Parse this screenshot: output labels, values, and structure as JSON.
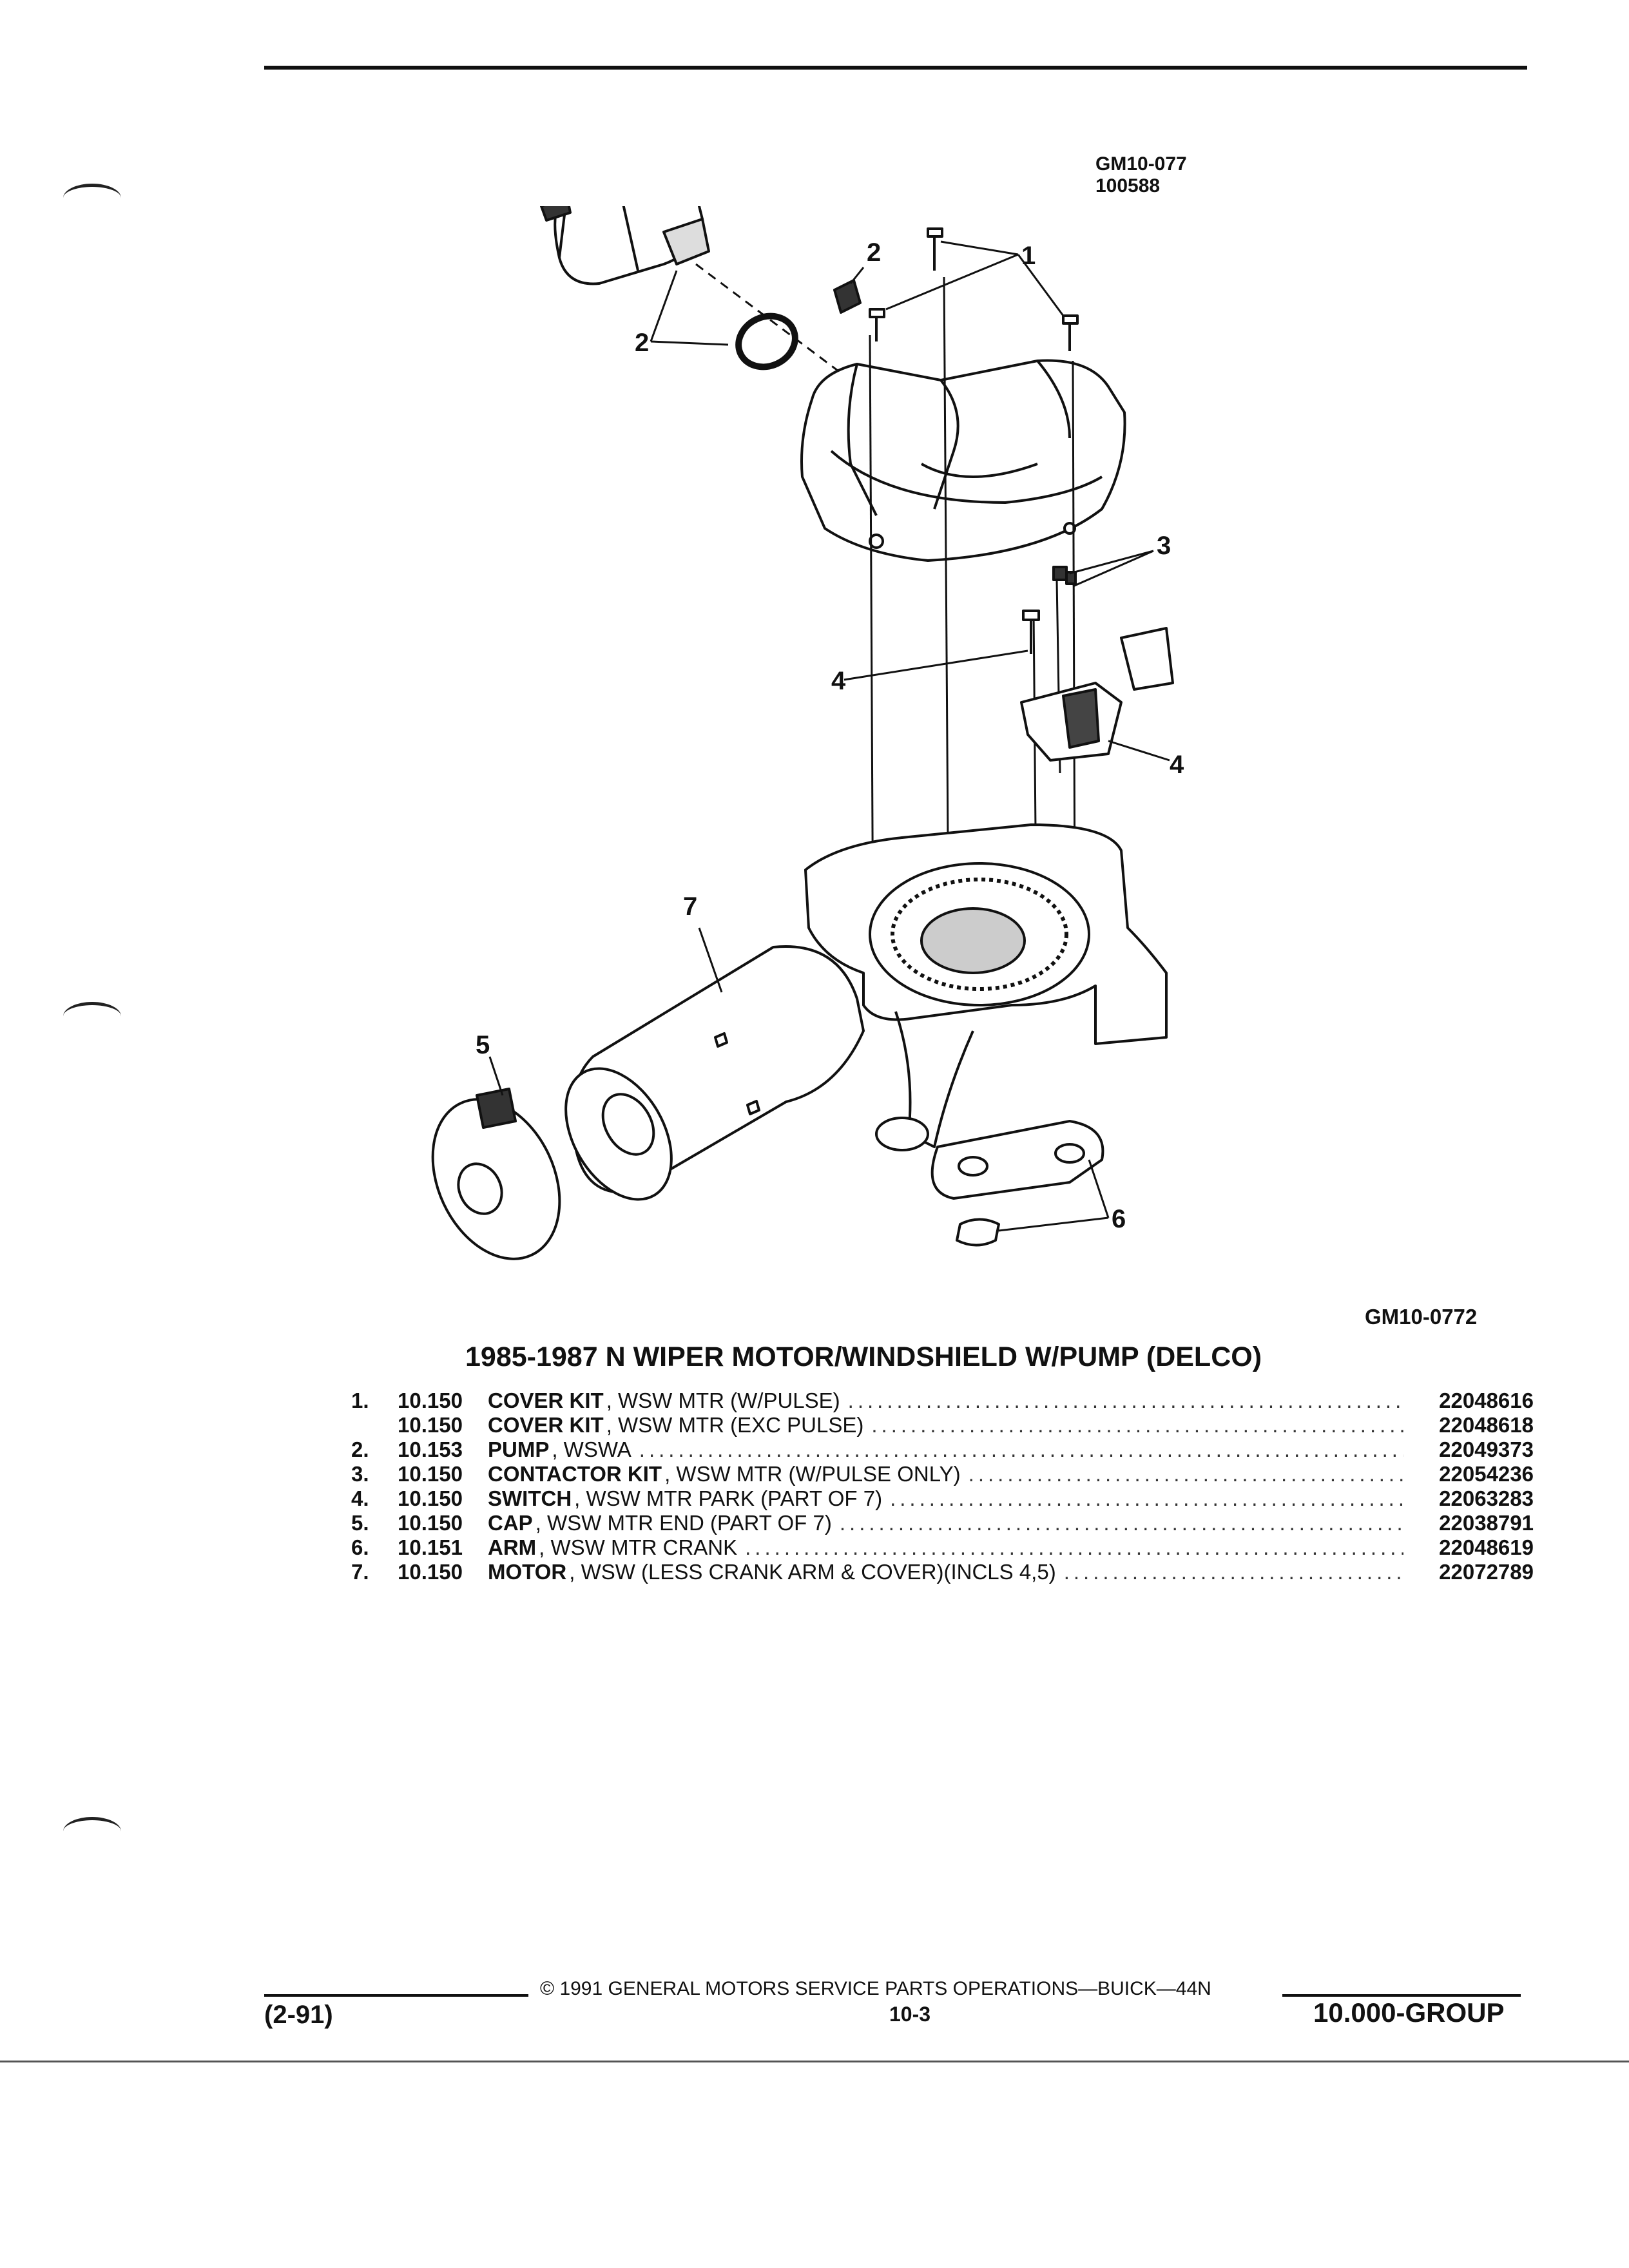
{
  "header": {
    "ref_code_1": "GM10-077",
    "ref_code_2": "100588"
  },
  "figure": {
    "caption_code": "GM10-0772",
    "callouts": [
      "1",
      "2",
      "2",
      "3",
      "4",
      "4",
      "5",
      "6",
      "7"
    ]
  },
  "title": "1985-1987 N WIPER MOTOR/WINDSHIELD W/PUMP (DELCO)",
  "parts": [
    {
      "num": "1.",
      "group": "10.150",
      "name": "COVER KIT",
      "desc": ", WSW MTR (W/PULSE)",
      "part": "22048616"
    },
    {
      "num": "",
      "group": "10.150",
      "name": "COVER KIT",
      "desc": ", WSW MTR (EXC PULSE)",
      "part": "22048618"
    },
    {
      "num": "2.",
      "group": "10.153",
      "name": "PUMP",
      "desc": ", WSWA",
      "part": "22049373"
    },
    {
      "num": "3.",
      "group": "10.150",
      "name": "CONTACTOR KIT",
      "desc": ", WSW MTR (W/PULSE ONLY)",
      "part": "22054236"
    },
    {
      "num": "4.",
      "group": "10.150",
      "name": "SWITCH",
      "desc": ", WSW MTR PARK (PART OF 7)",
      "part": "22063283"
    },
    {
      "num": "5.",
      "group": "10.150",
      "name": "CAP",
      "desc": ", WSW MTR END (PART OF 7)",
      "part": "22038791"
    },
    {
      "num": "6.",
      "group": "10.151",
      "name": "ARM",
      "desc": ", WSW MTR CRANK",
      "part": "22048619"
    },
    {
      "num": "7.",
      "group": "10.150",
      "name": "MOTOR",
      "desc": ", WSW (LESS CRANK ARM & COVER)(INCLS 4,5)",
      "part": "22072789"
    }
  ],
  "footer": {
    "date_code": "(2-91)",
    "copyright": "© 1991 GENERAL MOTORS SERVICE PARTS OPERATIONS—BUICK—44N",
    "page_num": "10-3",
    "group": "10.000-GROUP"
  }
}
